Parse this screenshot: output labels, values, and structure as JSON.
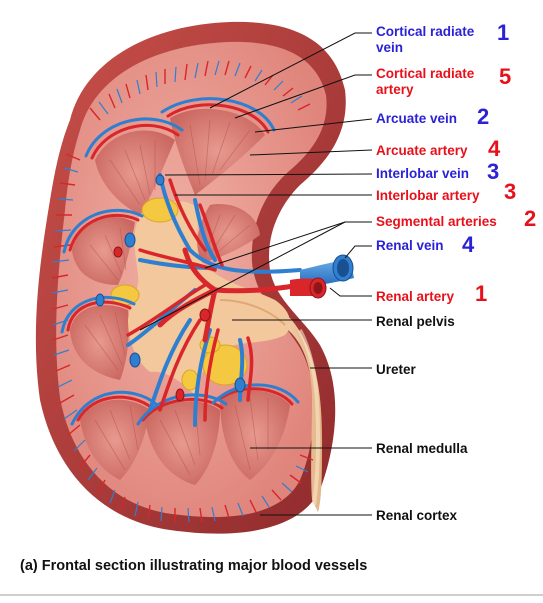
{
  "labels": {
    "cortical_radiate_vein": {
      "text": "Cortical radiate vein",
      "line1": "Cortical radiate",
      "line2": "vein",
      "number": "1",
      "color": "#2b22d6"
    },
    "cortical_radiate_artery": {
      "text": "Cortical radiate artery",
      "line1": "Cortical radiate",
      "line2": "artery",
      "number": "5",
      "color": "#e8101a"
    },
    "arcuate_vein": {
      "text": "Arcuate vein",
      "number": "2",
      "color": "#2b22d6"
    },
    "arcuate_artery": {
      "text": "Arcuate artery",
      "number": "4",
      "color": "#e8101a"
    },
    "interlobar_vein": {
      "text": "Interlobar vein",
      "number": "3",
      "color": "#2b22d6"
    },
    "interlobar_artery": {
      "text": "Interlobar artery",
      "number": "3",
      "color": "#e8101a"
    },
    "segmental_arteries": {
      "text": "Segmental arteries",
      "number": "2",
      "color": "#e8101a"
    },
    "renal_vein": {
      "text": "Renal vein",
      "number": "4",
      "color": "#2b22d6"
    },
    "renal_artery": {
      "text": "Renal artery",
      "number": "1",
      "color": "#e8101a"
    },
    "renal_pelvis": {
      "text": "Renal pelvis"
    },
    "ureter": {
      "text": "Ureter"
    },
    "renal_medulla": {
      "text": "Renal medulla"
    },
    "renal_cortex": {
      "text": "Renal cortex"
    }
  },
  "caption": "(a) Frontal section illustrating major blood vessels",
  "colors": {
    "vein": "#2f7fd0",
    "artery": "#d8262a",
    "cortex": "#e89890",
    "capsule": "#b5383a",
    "medulla": "#d87c72",
    "pelvis": "#f2c89c",
    "fat": "#f5c842"
  }
}
